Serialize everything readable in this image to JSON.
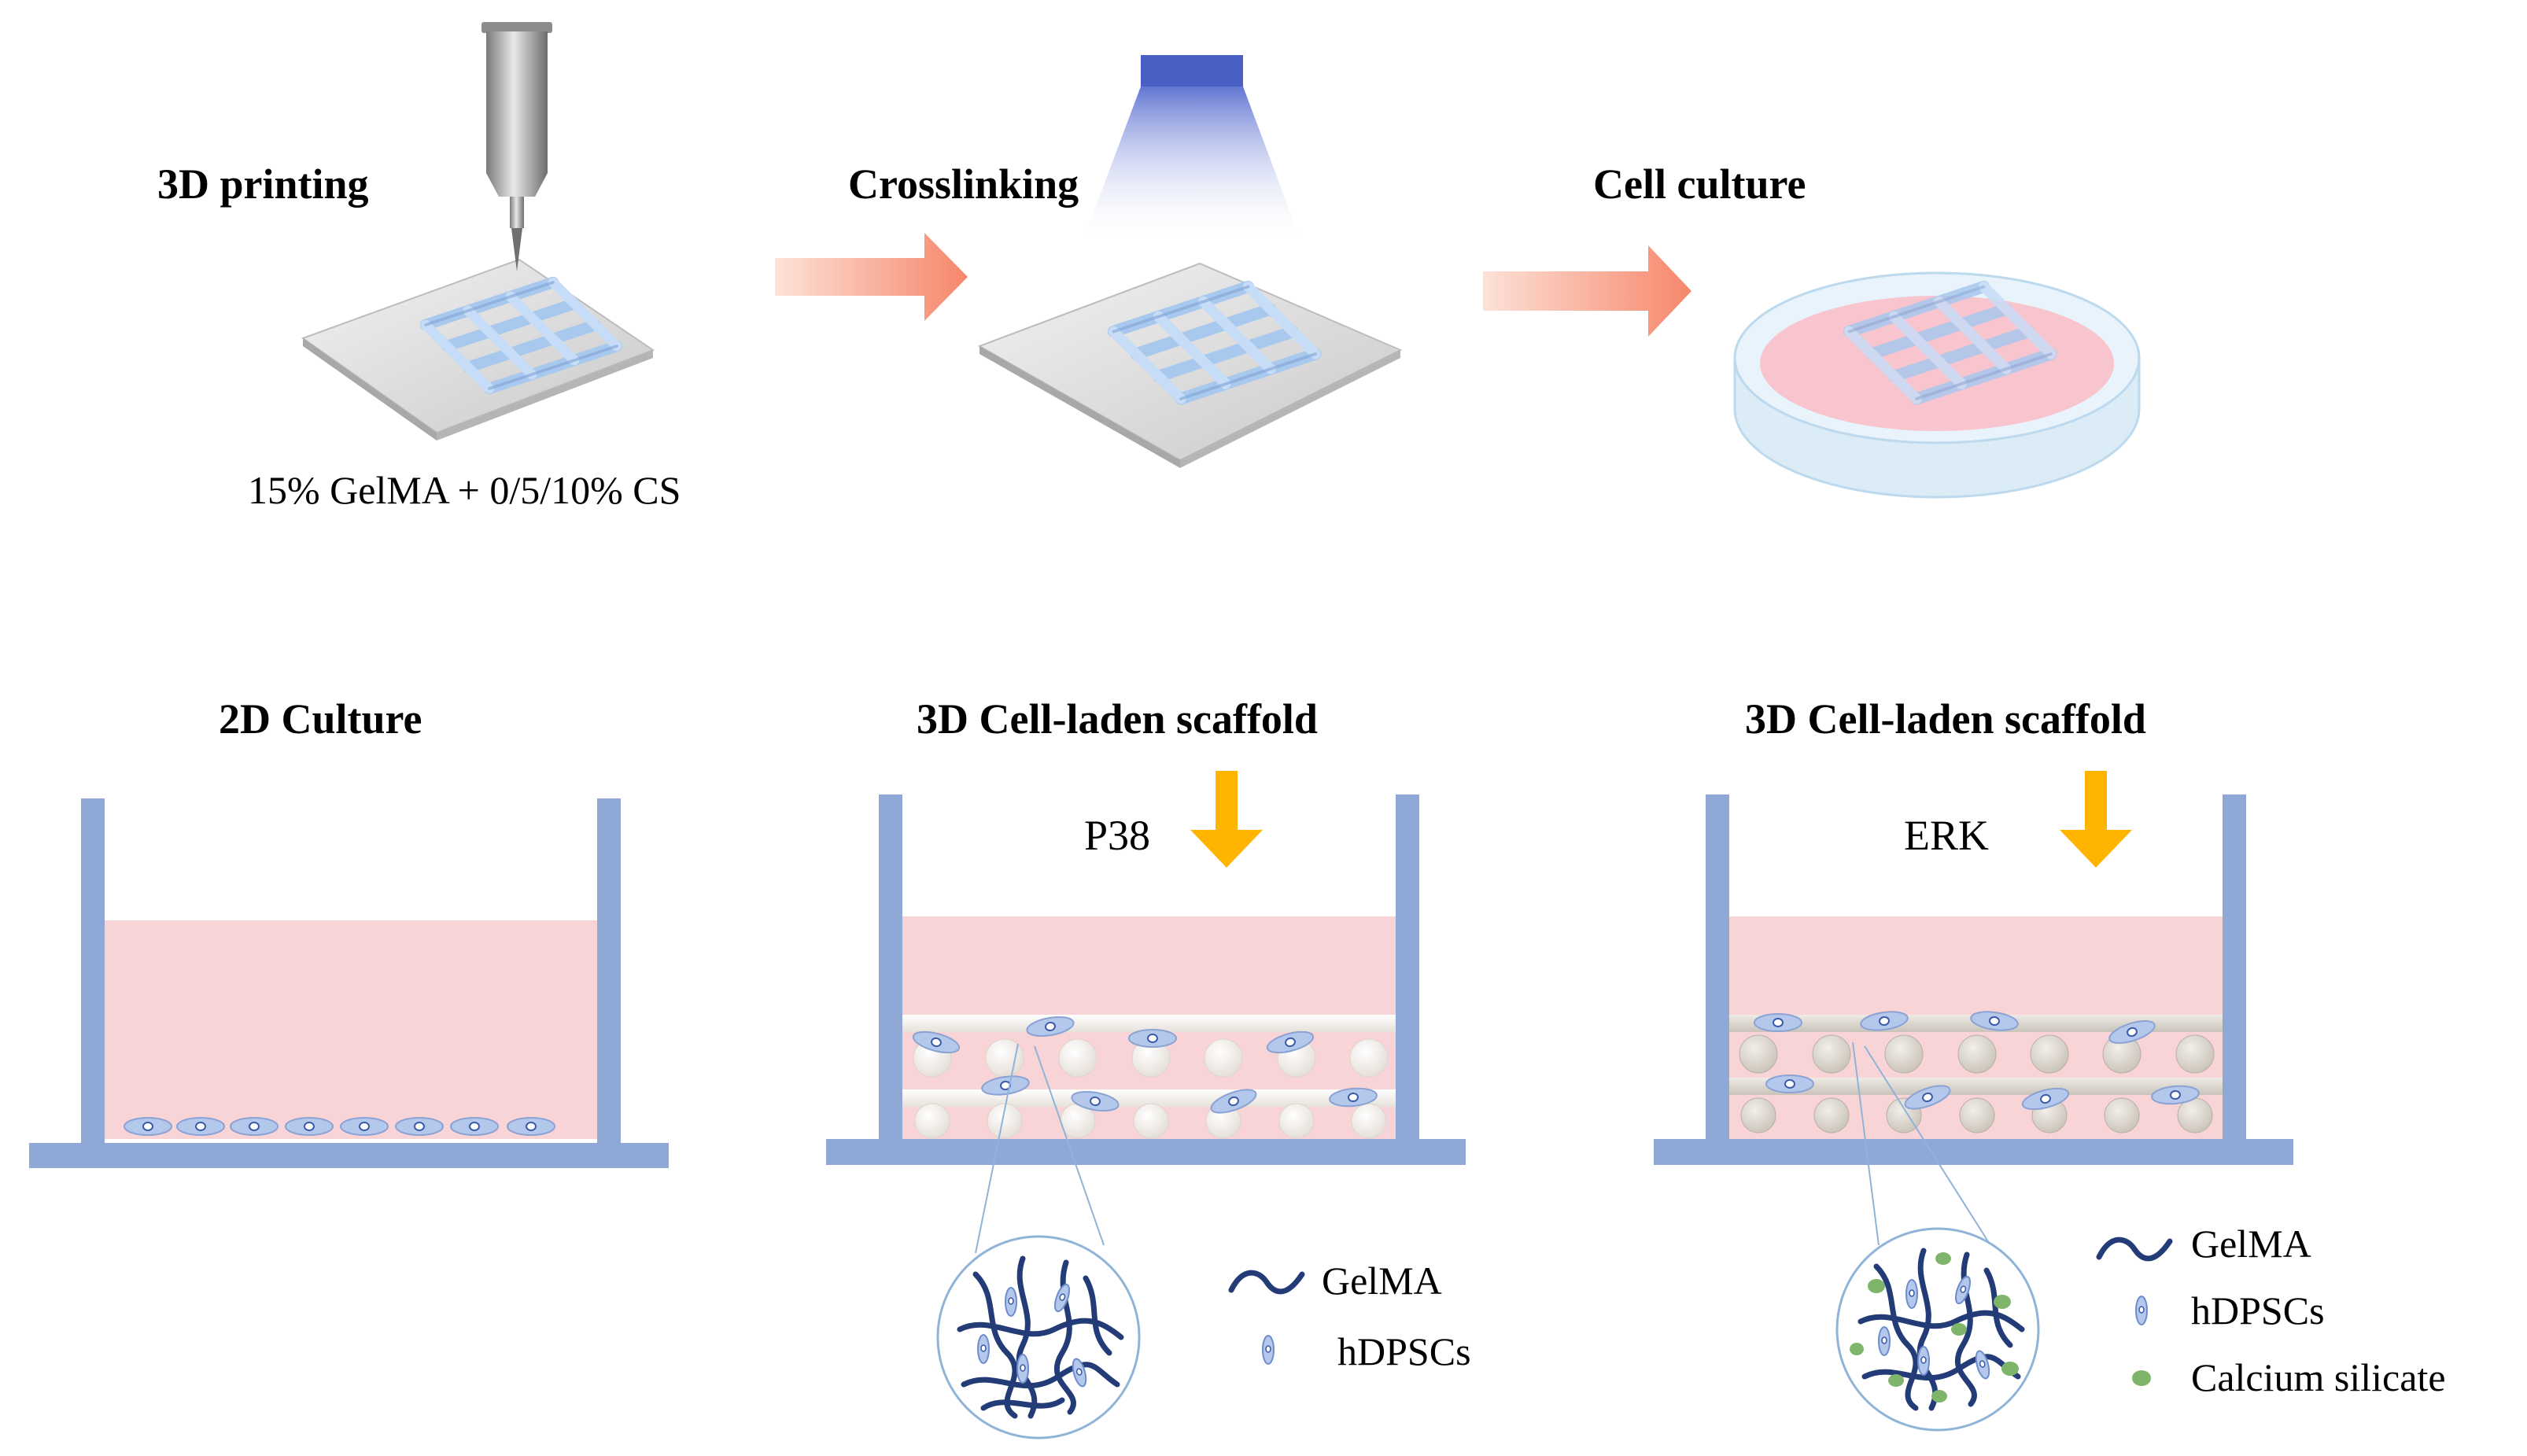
{
  "steps": {
    "printing": {
      "title": "3D printing",
      "material": "15% GelMA + 0/5/10% CS"
    },
    "crosslinking": {
      "title": "Crosslinking"
    },
    "culture": {
      "title": "Cell culture"
    }
  },
  "panels": {
    "culture2d": {
      "title": "2D Culture"
    },
    "scaffold_gelma": {
      "title": "3D Cell-laden scaffold",
      "signal": "P38"
    },
    "scaffold_cs": {
      "title": "3D Cell-laden scaffold",
      "signal": "ERK"
    }
  },
  "legends": {
    "left": {
      "gelma": "GelMA",
      "cells": "hDPSCs"
    },
    "right": {
      "gelma": "GelMA",
      "cells": "hDPSCs",
      "cs": "Calcium silicate"
    }
  },
  "colors": {
    "well": "#8fa8d6",
    "medium": "#f9d4d6",
    "scaffold_grid": "#a9c8ee",
    "arrow_process": "#f7967c",
    "arrow_up": "#ffb400",
    "fiber": "#233c78",
    "cell": "#b4c8ec",
    "calcium_silicate": "#7fb56a"
  },
  "icons": [
    "nozzle-icon",
    "uv-light-icon",
    "petri-dish-icon",
    "up-arrow-icon",
    "process-arrow-icon"
  ]
}
